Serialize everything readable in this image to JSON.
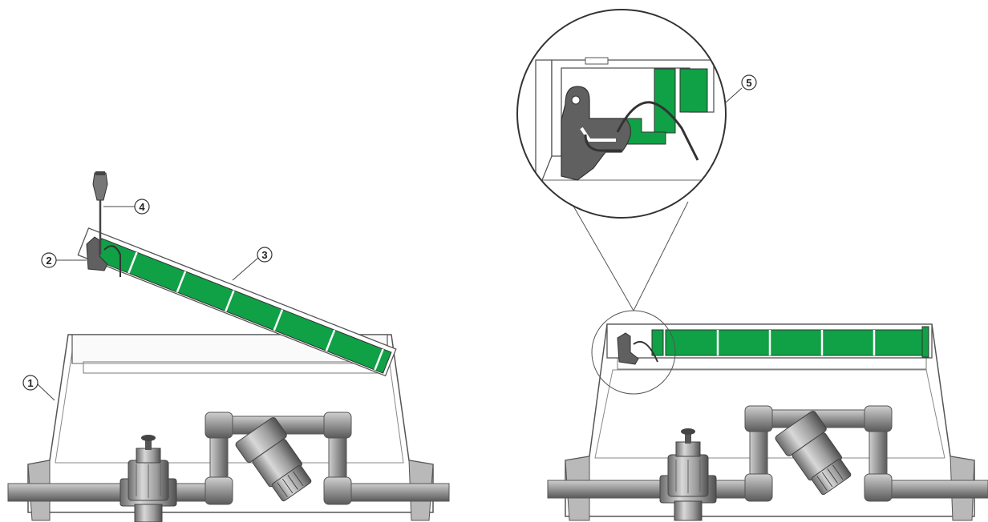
{
  "callouts": [
    {
      "number": "1",
      "target": "valve-box-body"
    },
    {
      "number": "2",
      "target": "lid-lock-latch"
    },
    {
      "number": "3",
      "target": "lid-cover-panel"
    },
    {
      "number": "4",
      "target": "key-tool"
    },
    {
      "number": "5",
      "target": "box-rim-detail"
    }
  ],
  "colors": {
    "lid_green": "#10a046",
    "outline": "#555555",
    "pipe_gray": "#8e8e8e",
    "pipe_dark": "#5f5f5f",
    "latch_gray": "#606060"
  },
  "icons": {
    "valve": "valve-icon",
    "filter": "filter-icon",
    "magnifier": "zoom-detail-icon"
  }
}
